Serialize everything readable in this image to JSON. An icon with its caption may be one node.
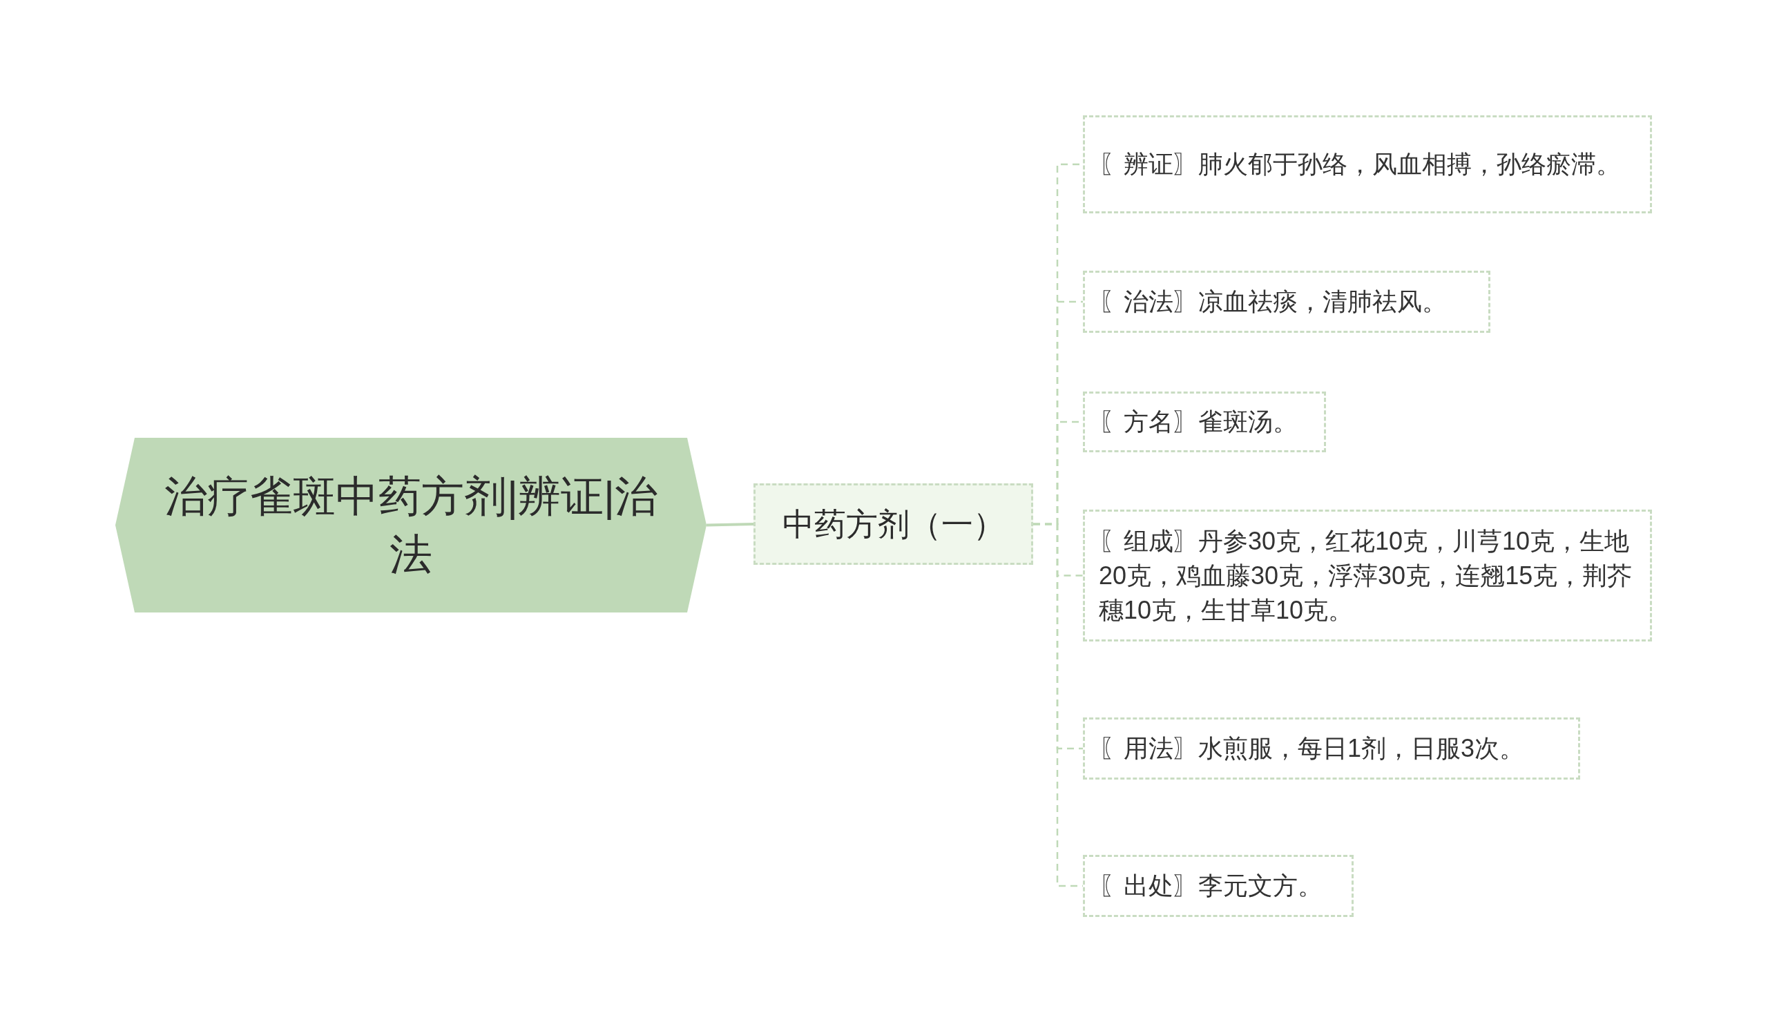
{
  "diagram": {
    "nodes": [
      {
        "text": [
          "治疗雀斑中药方剂|辨证|治法"
        ]
      },
      {
        "text": [
          "中药方剂（一）"
        ]
      },
      {
        "text": [
          "〖辨证〗肺火郁于孙络，风血相搏，孙络瘀滞。"
        ]
      },
      {
        "text": [
          "〖治法〗凉血祛痰，清肺祛风。"
        ]
      },
      {
        "text": [
          "〖方名〗雀斑汤。"
        ]
      },
      {
        "text": [
          "〖组成〗丹参30克，红花10克，川芎10克，生地20克，鸡血藤30克，浮萍30克，连翘15克，荆芥穗10克，生甘草10克。"
        ]
      },
      {
        "text": [
          "〖用法〗水煎服，每日1剂，日服3次。"
        ]
      },
      {
        "text": [
          "〖出处〗李元文方。"
        ]
      }
    ],
    "edges": [
      {
        "from": 0,
        "to": 1,
        "arrow": "none"
      },
      {
        "from": 1,
        "to": 2,
        "arrow": "none",
        "style": "dashed"
      },
      {
        "from": 1,
        "to": 3,
        "arrow": "none",
        "style": "dashed"
      },
      {
        "from": 1,
        "to": 4,
        "arrow": "none",
        "style": "dashed"
      },
      {
        "from": 1,
        "to": 5,
        "arrow": "none",
        "style": "dashed"
      },
      {
        "from": 1,
        "to": 6,
        "arrow": "none",
        "style": "dashed"
      },
      {
        "from": 1,
        "to": 7,
        "arrow": "none",
        "style": "dashed"
      }
    ]
  }
}
